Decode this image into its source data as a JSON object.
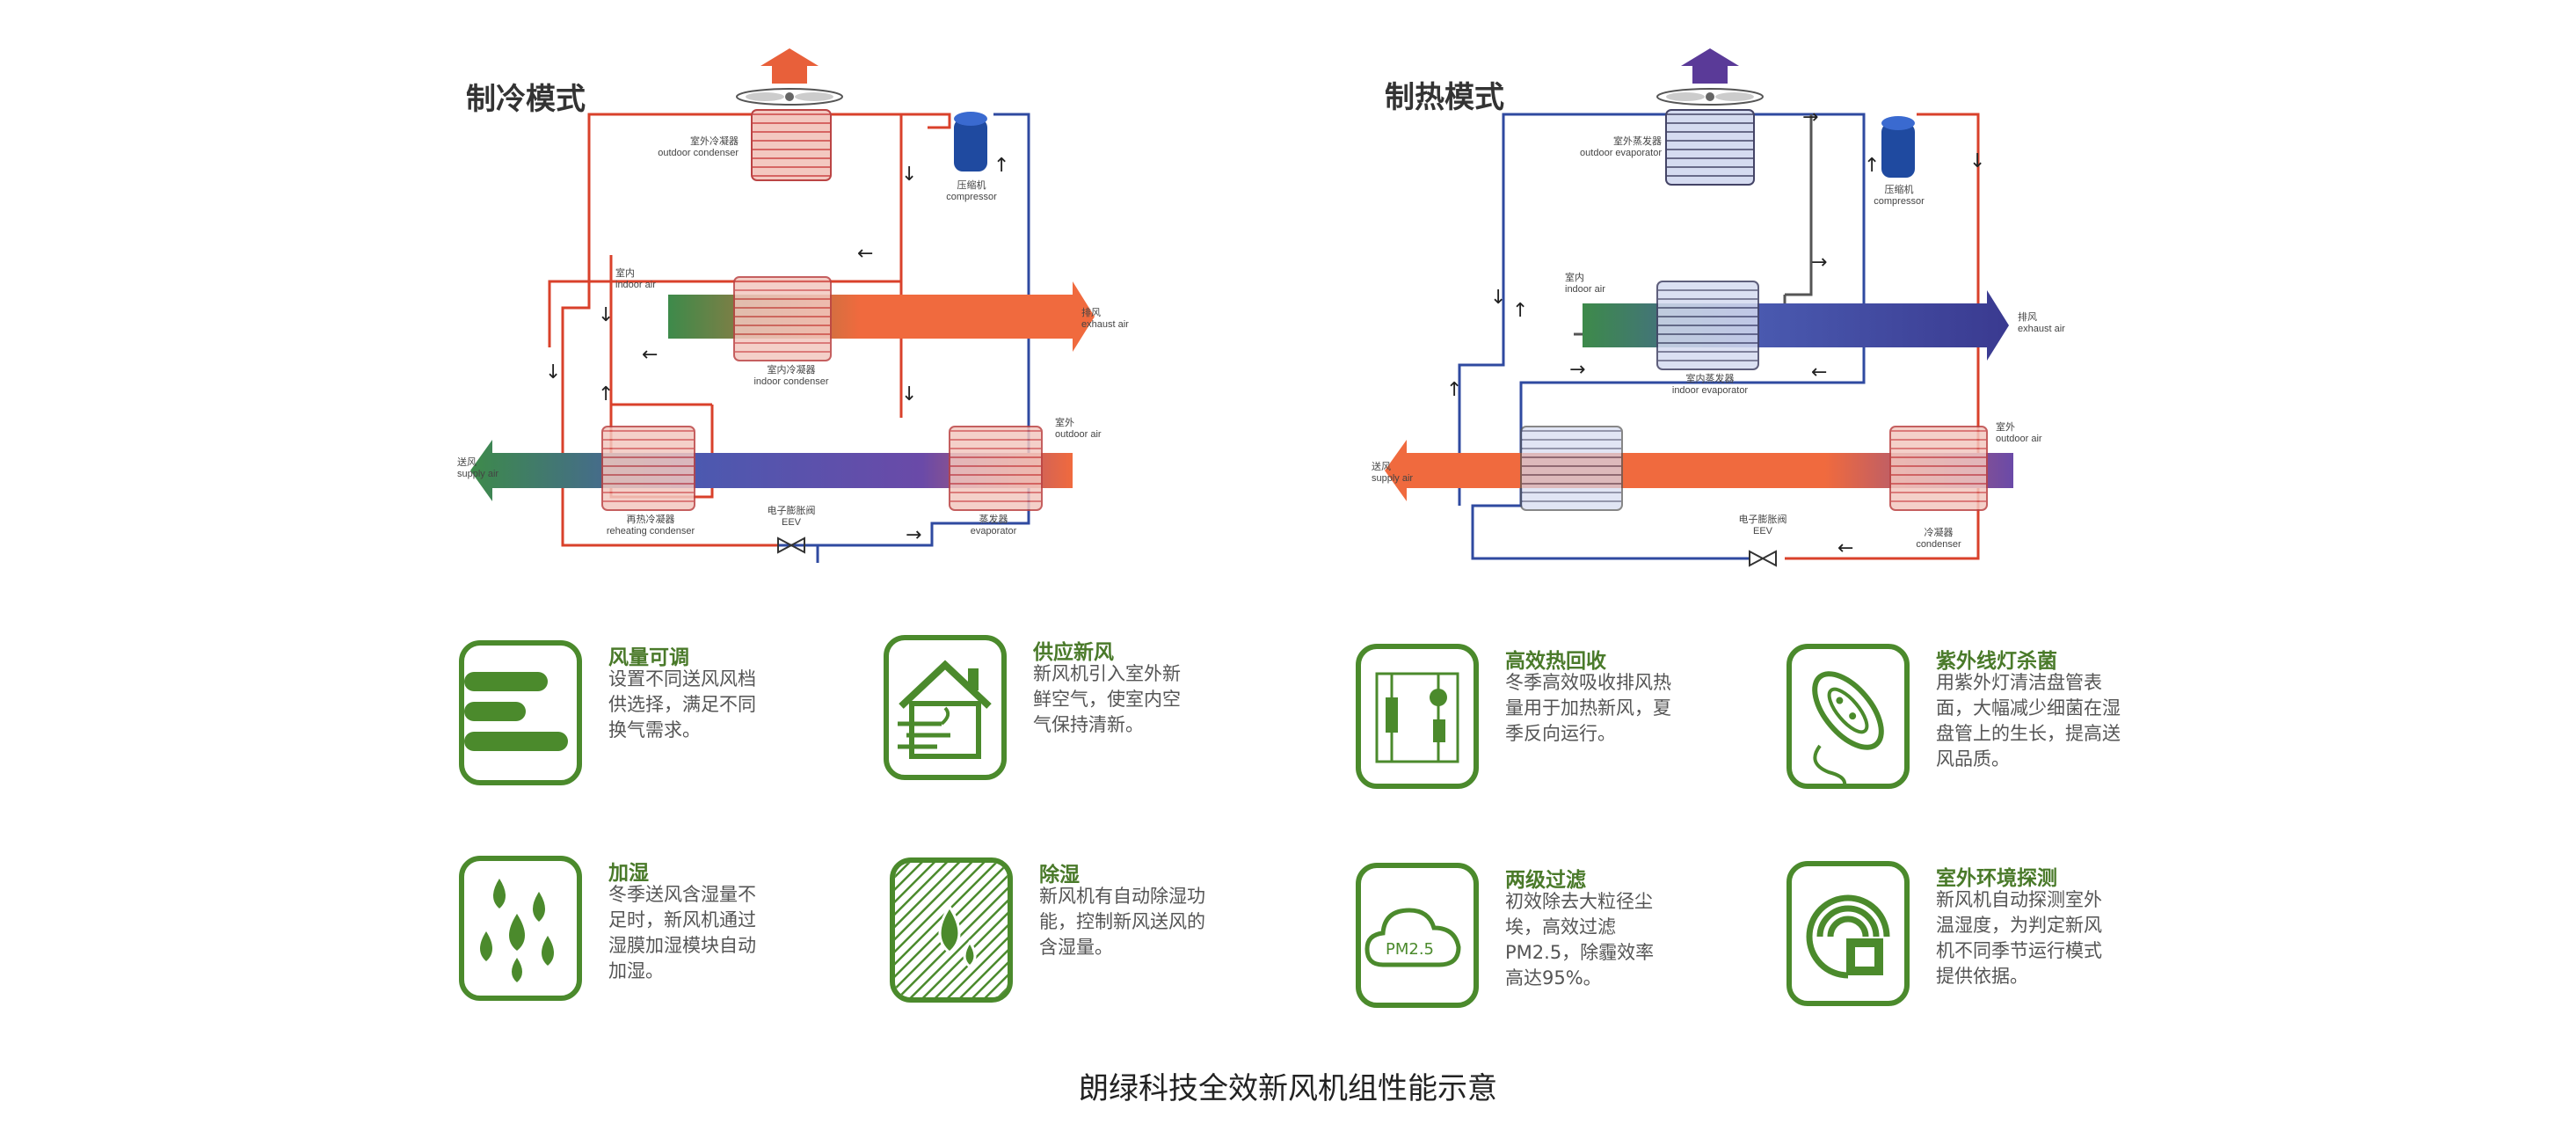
{
  "cooling": {
    "title": "制冷模式",
    "outdoor_condenser_cn": "室外冷凝器",
    "outdoor_condenser_en": "outdoor condenser",
    "compressor_cn": "压缩机",
    "compressor_en": "compressor",
    "indoor_air_cn": "室内",
    "indoor_air_en": "indoor air",
    "exhaust_cn": "排风",
    "exhaust_en": "exhaust air",
    "indoor_condenser_cn": "室内冷凝器",
    "indoor_condenser_en": "indoor condenser",
    "supply_cn": "送风",
    "supply_en": "supply air",
    "outdoor_air_cn": "室外",
    "outdoor_air_en": "outdoor air",
    "reheating_cn": "再热冷凝器",
    "reheating_en": "reheating condenser",
    "eev_cn": "电子膨胀阀",
    "eev_en": "EEV",
    "evaporator_cn": "蒸发器",
    "evaporator_en": "evaporator"
  },
  "heating": {
    "title": "制热模式",
    "outdoor_evaporator_cn": "室外蒸发器",
    "outdoor_evaporator_en": "outdoor evaporator",
    "compressor_cn": "压缩机",
    "compressor_en": "compressor",
    "indoor_air_cn": "室内",
    "indoor_air_en": "indoor air",
    "exhaust_cn": "排风",
    "exhaust_en": "exhaust air",
    "indoor_evaporator_cn": "室内蒸发器",
    "indoor_evaporator_en": "indoor evaporator",
    "supply_cn": "送风",
    "supply_en": "supply air",
    "outdoor_air_cn": "室外",
    "outdoor_air_en": "outdoor air",
    "eev_cn": "电子膨胀阀",
    "eev_en": "EEV",
    "condenser_cn": "冷凝器",
    "condenser_en": "condenser"
  },
  "features": [
    {
      "title": "风量可调",
      "desc": "设置不同送风风档供选择，满足不同换气需求。",
      "icon": "airflow-bars-icon"
    },
    {
      "title": "供应新风",
      "desc": "新风机引入室外新鲜空气，使室内空气保持清新。",
      "icon": "house-wind-icon"
    },
    {
      "title": "高效热回收",
      "desc": "冬季高效吸收排风热量用于加热新风，夏季反向运行。",
      "icon": "heat-recovery-icon"
    },
    {
      "title": "紫外线灯杀菌",
      "desc": "用紫外灯清洁盘管表面，大幅减少细菌在湿盘管上的生长，提高送风品质。",
      "icon": "bacteria-icon"
    },
    {
      "title": "加湿",
      "desc": "冬季送风含湿量不足时，新风机通过湿膜加湿模块自动加湿。",
      "icon": "water-drops-icon"
    },
    {
      "title": "除湿",
      "desc": "新风机有自动除湿功能，控制新风送风的含湿量。",
      "icon": "dehumidify-icon"
    },
    {
      "title": "两级过滤",
      "desc": "初效除去大粒径尘埃，高效过滤PM2.5，除霾效率高达95%。",
      "icon": "pm25-cloud-icon",
      "icon_text": "PM2.5"
    },
    {
      "title": "室外环境探测",
      "desc": "新风机自动探测室外温湿度，为判定新风机不同季节运行模式提供依据。",
      "icon": "sensor-icon"
    }
  ],
  "caption": "朗绿科技全效新风机组性能示意",
  "colors": {
    "green": "#4b8a2c",
    "red": "#d9412b",
    "blue": "#2f4aa0",
    "purple": "#6a4aa8",
    "orange": "#f06a3e"
  }
}
